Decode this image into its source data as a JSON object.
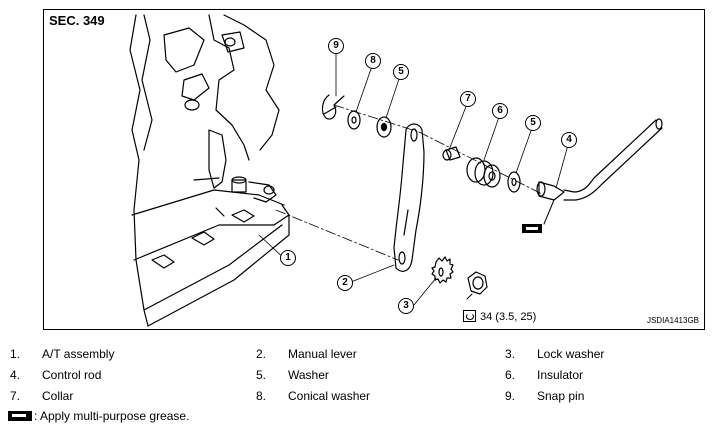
{
  "section": "SEC. 349",
  "figure_id": "JSDIA1413GB",
  "torque": "34 (3.5, 25)",
  "callouts": [
    "1",
    "2",
    "3",
    "4",
    "5",
    "5",
    "6",
    "7",
    "8",
    "9"
  ],
  "legend": [
    {
      "num": "1.",
      "text": "A/T assembly"
    },
    {
      "num": "2.",
      "text": "Manual lever"
    },
    {
      "num": "3.",
      "text": "Lock washer"
    },
    {
      "num": "4.",
      "text": "Control rod"
    },
    {
      "num": "5.",
      "text": "Washer"
    },
    {
      "num": "6.",
      "text": "Insulator"
    },
    {
      "num": "7.",
      "text": "Collar"
    },
    {
      "num": "8.",
      "text": "Conical washer"
    },
    {
      "num": "9.",
      "text": "Snap pin"
    }
  ],
  "grease_note": ": Apply multi-purpose grease."
}
